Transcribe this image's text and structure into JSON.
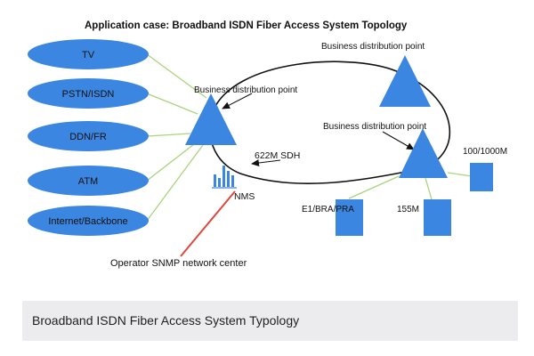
{
  "diagram": {
    "title": "Application case: Broadband ISDN Fiber Access System Topology",
    "services": [
      "TV",
      "PSTN/ISDN",
      "DDN/FR",
      "ATM",
      "Internet/Backbone"
    ],
    "nodes": {
      "left_bdp": "Business distribution point",
      "top_bdp": "Business distribution point",
      "right_bdp": "Business distribution point"
    },
    "ring_label": "622M SDH",
    "nms_label": "NMS",
    "operator_label": "Operator SNMP network center",
    "endpoints": {
      "e1": "E1/BRA/PRA",
      "m155": "155M",
      "g1000": "100/1000M"
    },
    "colors": {
      "shape_fill": "#3b86e0",
      "link_green": "#a9d47a",
      "link_red": "#e0473b",
      "ring": "#111111"
    }
  },
  "caption": "Broadband ISDN Fiber Access System Typology"
}
